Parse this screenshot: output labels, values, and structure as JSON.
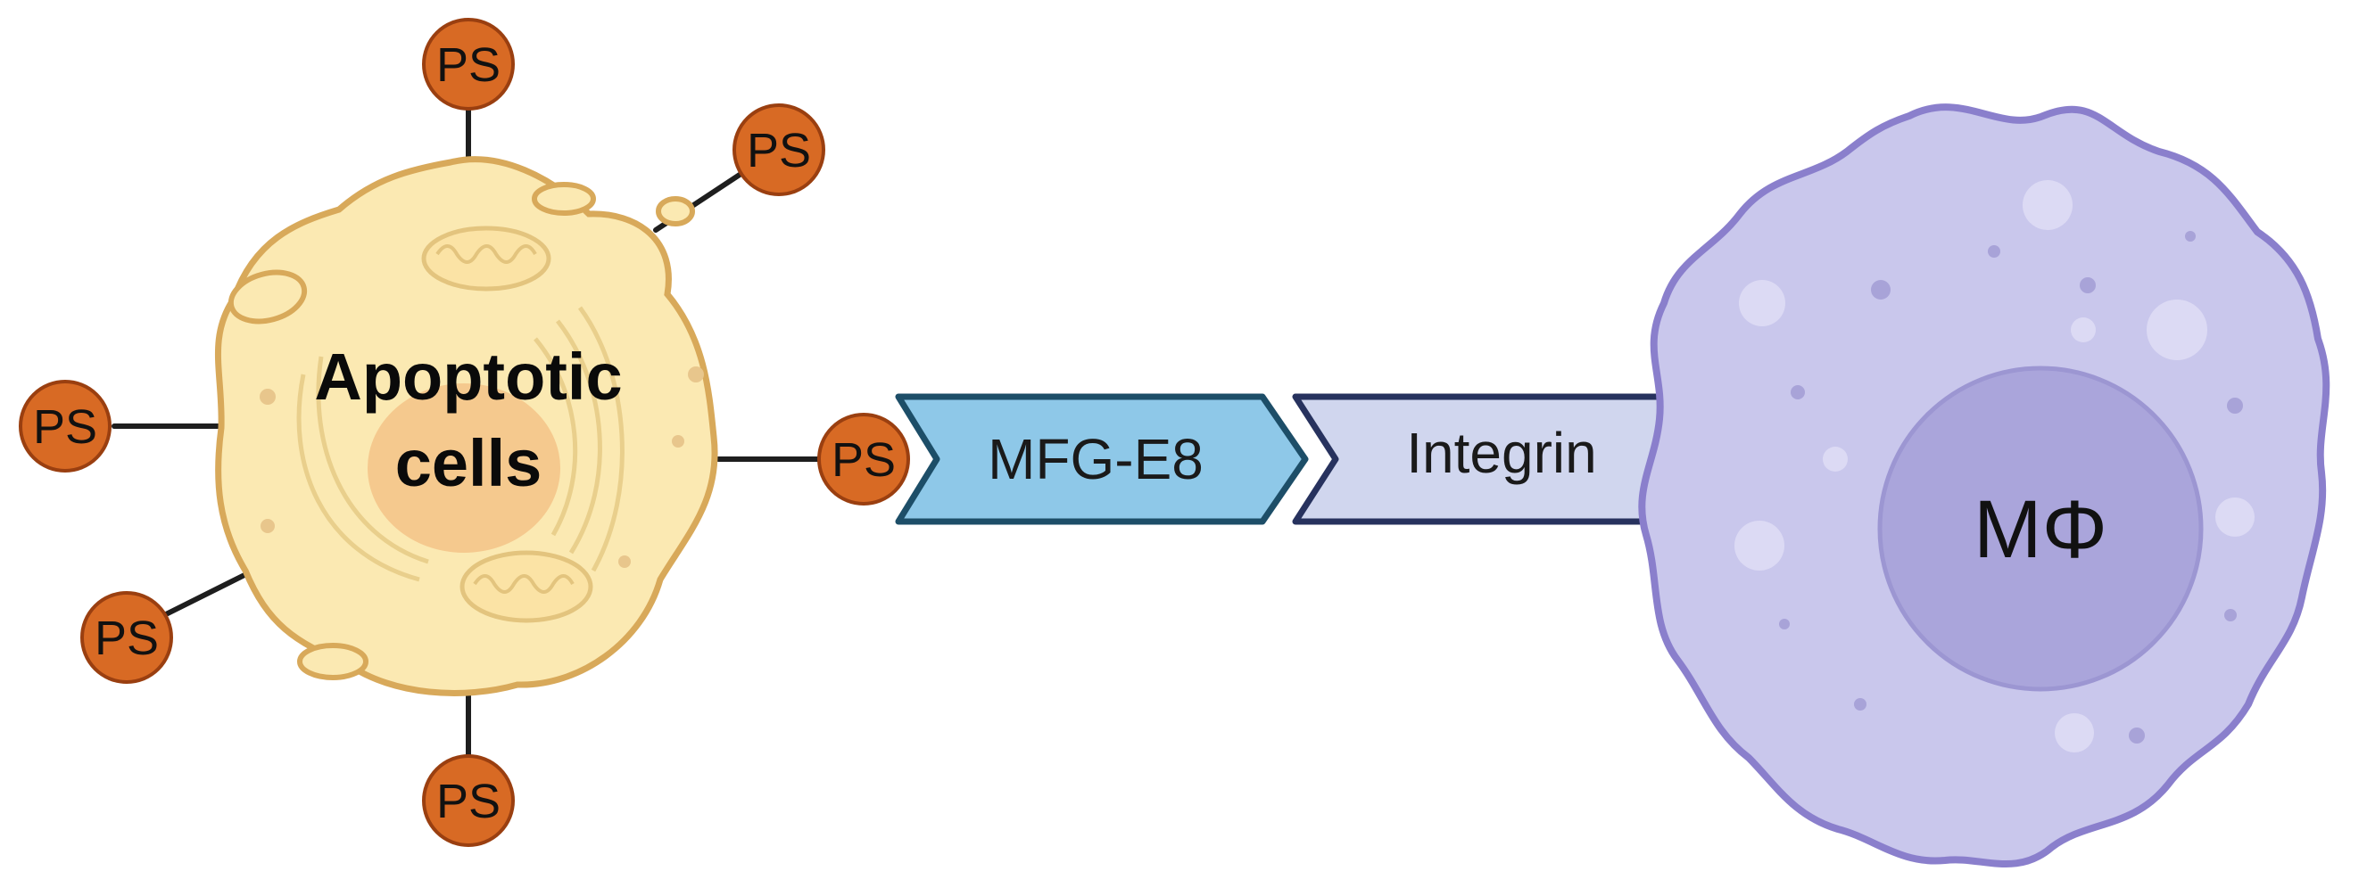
{
  "apoptotic_cell": {
    "label_line1": "Apoptotic",
    "label_line2": "cells"
  },
  "ps_markers": [
    {
      "label": "PS"
    },
    {
      "label": "PS"
    },
    {
      "label": "PS"
    },
    {
      "label": "PS"
    },
    {
      "label": "PS"
    },
    {
      "label": "PS"
    }
  ],
  "pathway": [
    {
      "label": "MFG-E8"
    },
    {
      "label": "Integrin"
    }
  ],
  "macrophage": {
    "label": "MΦ"
  },
  "colors": {
    "ps_fill": "#d86a24",
    "ps_stroke": "#9a3f10",
    "cell_fill": "#fbe9b2",
    "cell_stroke": "#d8a95a",
    "nucleus_fill": "#f5c98e",
    "mfge8_fill": "#8ec8e8",
    "mfge8_stroke": "#1d4e68",
    "integrin_fill": "#d0d6ee",
    "integrin_stroke": "#27325e",
    "macrophage_fill": "#c9c7ec",
    "macrophage_stroke": "#8a7fcc",
    "macrophage_nucleus": "#aaa5db"
  }
}
